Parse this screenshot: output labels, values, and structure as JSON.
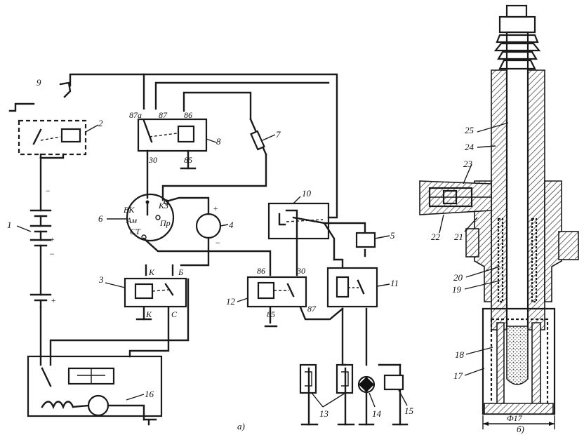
{
  "schematic": {
    "caption": "а)",
    "callouts": {
      "c1": "1",
      "c2": "2",
      "c3": "3",
      "c4": "4",
      "c5": "5",
      "c6": "6",
      "c7": "7",
      "c8": "8",
      "c9": "9",
      "c10": "10",
      "c11": "11",
      "c12": "12",
      "c13": "13",
      "c14": "14",
      "c15": "15",
      "c16": "16"
    },
    "relay8_pins": {
      "p87a": "87а",
      "p87": "87",
      "p86": "86",
      "p30": "30",
      "p85": "85"
    },
    "relay12_pins": {
      "p86": "86",
      "p30": "30",
      "p85": "85",
      "p87": "87"
    },
    "switch6_terms": {
      "vk": "ВК",
      "am": "Ам",
      "st": "СТ",
      "kz": "КЗ",
      "pr": "Пр"
    },
    "relay3_terms": {
      "k_top": "К",
      "b": "Б",
      "k_bot": "К",
      "c": "С"
    },
    "battery_signs": {
      "minus_top": "−",
      "plus_mid": "+",
      "minus_mid": "−",
      "plus_low": "+"
    },
    "meter4_signs": {
      "plus": "+",
      "minus": "−"
    }
  },
  "section": {
    "caption": "б)",
    "callouts": {
      "c17": "17",
      "c18": "18",
      "c19": "19",
      "c20": "20",
      "c21": "21",
      "c22": "22",
      "c23": "23",
      "c24": "24",
      "c25": "25"
    },
    "dimension": "Ф17"
  }
}
